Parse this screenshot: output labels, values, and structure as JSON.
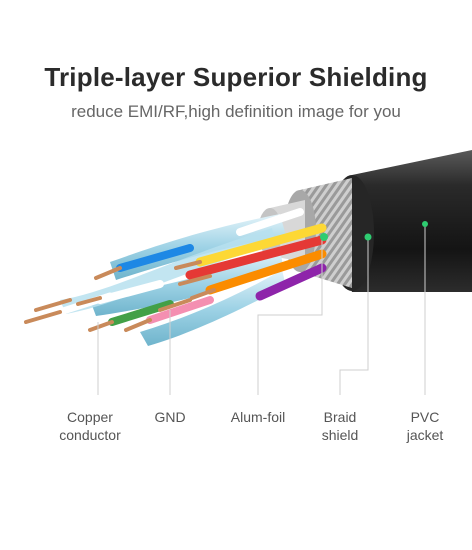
{
  "header": {
    "title": "Triple-layer Superior Shielding",
    "subtitle": "reduce EMI/RF,high definition image for you"
  },
  "labels": [
    {
      "id": "copper",
      "line1": "Copper",
      "line2": "conductor"
    },
    {
      "id": "gnd",
      "line1": "GND",
      "line2": ""
    },
    {
      "id": "foil",
      "line1": "Alum-foil",
      "line2": ""
    },
    {
      "id": "braid",
      "line1": "Braid",
      "line2": "shield"
    },
    {
      "id": "pvc",
      "line1": "PVC",
      "line2": "jacket"
    }
  ],
  "colors": {
    "jacket": "#1f1f1f",
    "braid": "#b9b9b9",
    "foil": "#9fd3e6",
    "copper": "#c98a5a",
    "leader_dot": "#2ecc71",
    "wires": [
      "#e53935",
      "#fdd835",
      "#43a047",
      "#1e88e5",
      "#fb8c00",
      "#8e24aa",
      "#f48fb1",
      "#ffffff"
    ]
  }
}
